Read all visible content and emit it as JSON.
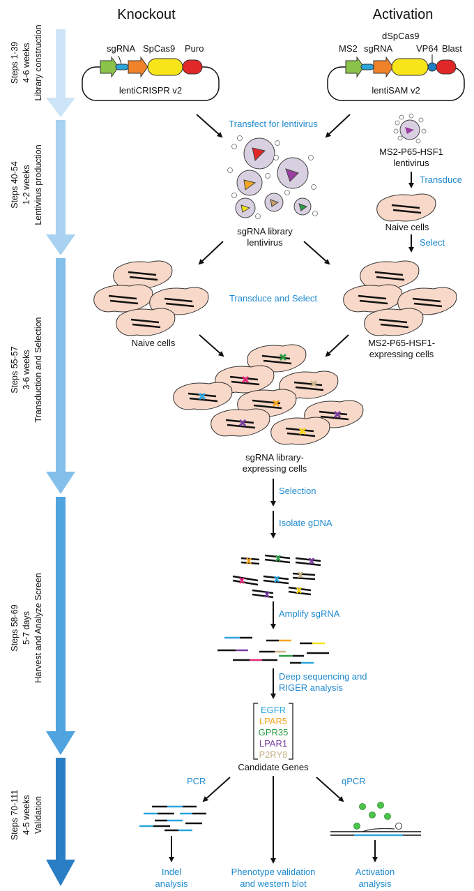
{
  "headers": {
    "knockout": "Knockout",
    "activation": "Activation"
  },
  "stages": [
    {
      "steps": "Steps 1-39",
      "duration": "4-6 weeks",
      "name": "Library construction"
    },
    {
      "steps": "Steps 40-54",
      "duration": "1-2 weeks",
      "name": "Lentivirus production"
    },
    {
      "steps": "Steps 55-57",
      "duration": "3-6 weeks",
      "name": "Transduction and Selection"
    },
    {
      "steps": "Steps 58-69",
      "duration": "5-7 days",
      "name": "Harvest and Analyze Screen"
    },
    {
      "steps": "Steps 70-111",
      "duration": "4-5 weeks",
      "name": "Validation"
    }
  ],
  "plasmids": {
    "knockout": {
      "name": "lentiCRISPR v2",
      "parts": [
        "sgRNA",
        "SpCas9",
        "Puro"
      ]
    },
    "activation": {
      "name": "lentiSAM v2",
      "parts": [
        "MS2",
        "sgRNA",
        "dSpCas9",
        "VP64",
        "Blast"
      ]
    }
  },
  "labels": {
    "transfect": "Transfect for lentivirus",
    "ms2_virus_1": "MS2-P65-HSF1",
    "ms2_virus_2": "lentivirus",
    "transduce": "Transduce",
    "naive_cells_right": "Naive cells",
    "select": "Select",
    "sgrna_library_1": "sgRNA library",
    "sgrna_library_2": "lentivirus",
    "transduce_and_select": "Transduce and Select",
    "naive_cells_left": "Naive cells",
    "ms2_expressing_1": "MS2-P65-HSF1-",
    "ms2_expressing_2": "expressing cells",
    "library_cells_1": "sgRNA library-",
    "library_cells_2": "expressing cells",
    "selection": "Selection",
    "isolate_gdna": "Isolate gDNA",
    "amplify_sgrna": "Amplify sgRNA",
    "deep_seq_1": "Deep sequencing and",
    "deep_seq_2": "RIGER analysis",
    "candidate_genes": "Candidate Genes",
    "pcr": "PCR",
    "qpcr": "qPCR",
    "indel_1": "Indel",
    "indel_2": "analysis",
    "phenotype_1": "Phenotype validation",
    "phenotype_2": "and western blot",
    "activation_1": "Activation",
    "activation_2": "analysis"
  },
  "genes": [
    {
      "name": "EGFR",
      "color": "#2aa6dd"
    },
    {
      "name": "LPAR5",
      "color": "#f5a623"
    },
    {
      "name": "GPR35",
      "color": "#2a9d45"
    },
    {
      "name": "LPAR1",
      "color": "#7a3ea1"
    },
    {
      "name": "P2RY8",
      "color": "#c9b48a"
    }
  ],
  "colors": {
    "accent": "#1f8ad0",
    "cell": "#f8d8c8",
    "stage_arrows": [
      "#cde5f6",
      "#a8d2f0",
      "#84bfea",
      "#4fa3de",
      "#2a7fc4"
    ]
  }
}
